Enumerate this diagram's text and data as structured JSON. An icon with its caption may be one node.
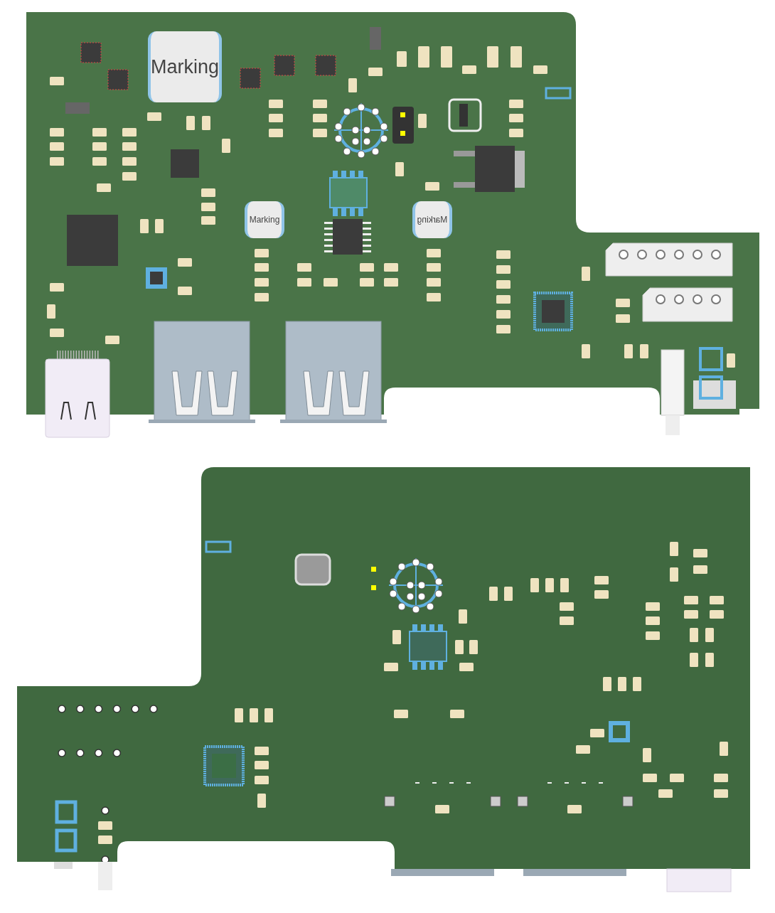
{
  "diagram": {
    "labels": [
      "Marking",
      "Marking",
      "Marking"
    ]
  }
}
